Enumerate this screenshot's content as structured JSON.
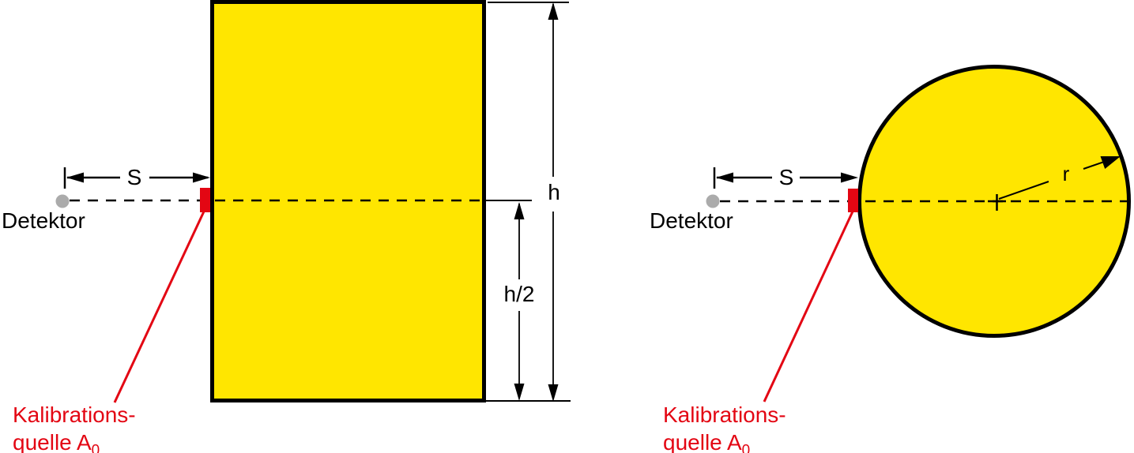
{
  "colors": {
    "yellow": "#FFE600",
    "red": "#E30613",
    "gray": "#ABABAB",
    "black": "#000000"
  },
  "left": {
    "detector": "Detektor",
    "distance": "S",
    "height": "h",
    "half_height": "h/2",
    "source_line1": "Kalibrations-",
    "source_line2": "quelle A",
    "source_sub": "0"
  },
  "right": {
    "detector": "Detektor",
    "distance": "S",
    "radius": "r",
    "source_line1": "Kalibrations-",
    "source_line2": "quelle A",
    "source_sub": "0"
  }
}
